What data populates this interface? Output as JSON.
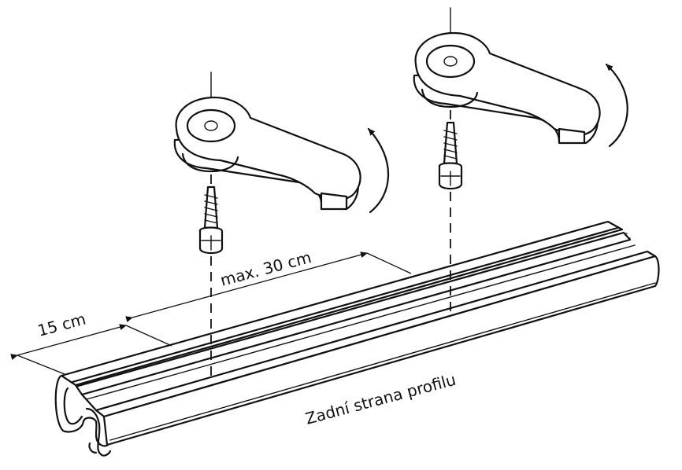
{
  "labels": {
    "max_spacing": "max. 30 cm",
    "edge_distance": "15 cm",
    "rail_side": "Zadní strana profilu"
  }
}
